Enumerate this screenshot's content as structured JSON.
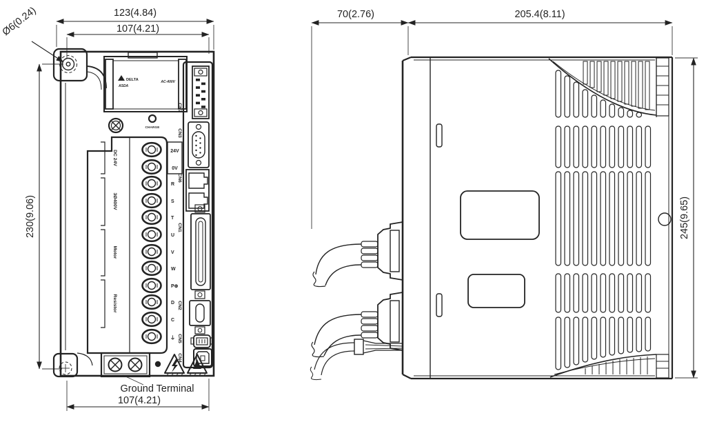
{
  "drawing": {
    "front_view": {
      "dim_overall_width": "123(4.84)",
      "dim_mount_width": "107(4.21)",
      "dim_mount_hole": "Ø6(0.24)",
      "dim_height": "230(9.06)",
      "dim_bottom_width": "107(4.21)",
      "ground_terminal_label": "Ground Terminal",
      "nameplate": {
        "brand": "DELTA",
        "series": "ASDA",
        "rating": "AC-400V"
      },
      "charge_led_label": "CHARGE",
      "terminal_labels": [
        "24V",
        "0V",
        "R",
        "S",
        "T",
        "U",
        "V",
        "W",
        "P⊕",
        "D",
        "C",
        "⏚"
      ],
      "group_labels": [
        "DC 24V",
        "3Ø400V",
        "Motor",
        "Resistor"
      ],
      "connector_labels": [
        "CN7",
        "CN3",
        "CN6",
        "CN1",
        "CN2",
        "CN5",
        "CN4"
      ]
    },
    "side_view": {
      "dim_front_depth": "70(2.76)",
      "dim_body_depth": "205.4(8.11)",
      "dim_height": "245(9.65)"
    }
  }
}
